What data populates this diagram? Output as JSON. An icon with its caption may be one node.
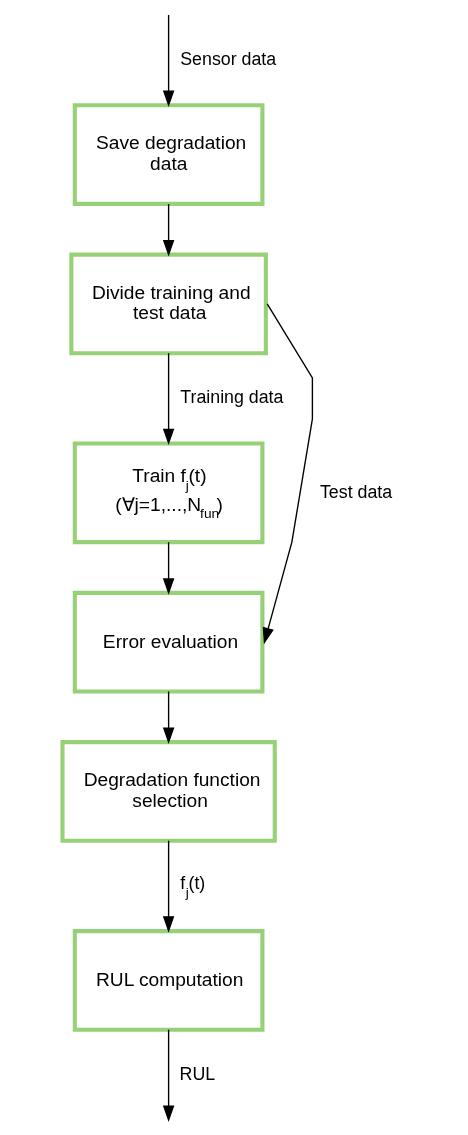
{
  "diagram": {
    "nodes": [
      {
        "text": [
          "Save degradation data"
        ]
      },
      {
        "text": [
          "Divide training and test data"
        ]
      },
      {
        "text": [
          "Train f$_{j}$(t)",
          "(∀j=1,...,N$_{fun}$)"
        ]
      },
      {
        "text": [
          "Error evaluation"
        ]
      },
      {
        "text": [
          "Degradation function selection"
        ]
      },
      {
        "text": [
          "RUL computation"
        ]
      }
    ],
    "edges": [
      {
        "from": null,
        "to": 0,
        "arrow": "to",
        "label": "Sensor data"
      },
      {
        "from": 0,
        "to": 1,
        "arrow": "to"
      },
      {
        "from": 1,
        "to": 2,
        "arrow": "to",
        "label": "Training data"
      },
      {
        "from": 1,
        "to": 3,
        "arrow": "to",
        "label": "Test data"
      },
      {
        "from": 2,
        "to": 3,
        "arrow": "to"
      },
      {
        "from": 3,
        "to": 4,
        "arrow": "to"
      },
      {
        "from": 4,
        "to": 5,
        "arrow": "to",
        "label": "f$_{j}$(t)"
      },
      {
        "from": 5,
        "to": null,
        "arrow": "to",
        "label": "RUL"
      }
    ]
  }
}
